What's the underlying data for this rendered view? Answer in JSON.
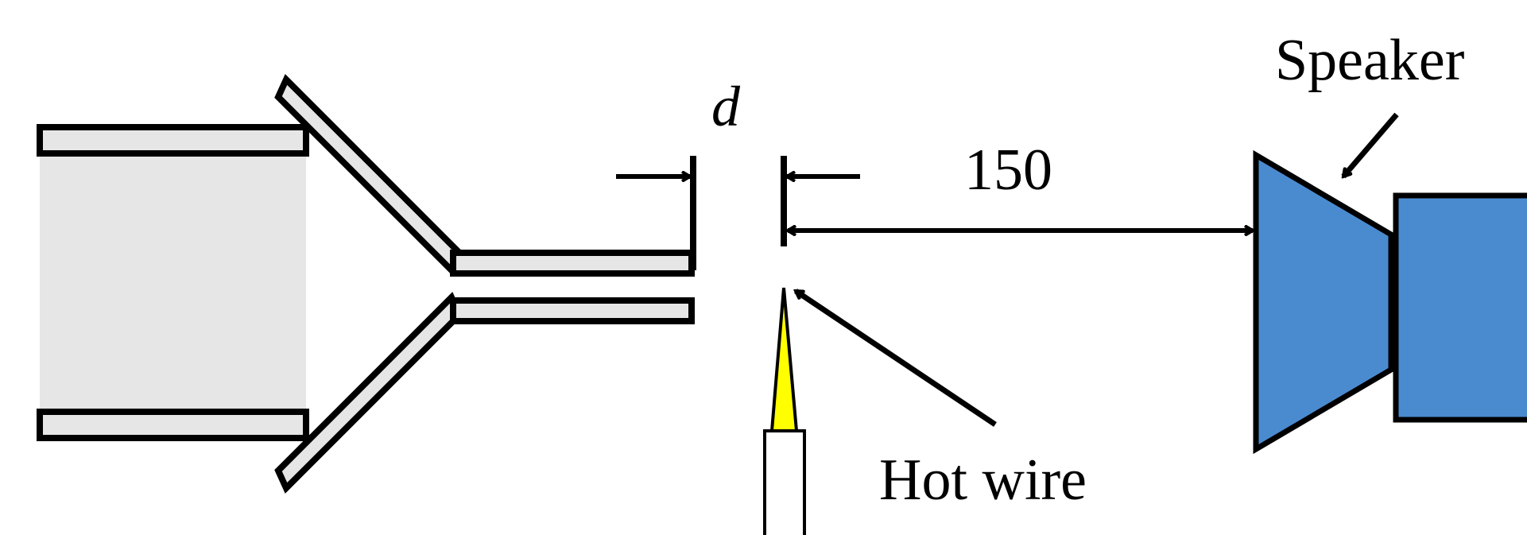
{
  "labels": {
    "speaker": "Speaker",
    "gap": "d",
    "distance": "150",
    "hot_wire": "Hot wire"
  },
  "colors": {
    "stroke": "#000000",
    "duct_fill": "#e6e6e6",
    "speaker_fill": "#4a8bd0",
    "probe_tip": "#ffff00",
    "probe_body": "#ffffff"
  }
}
